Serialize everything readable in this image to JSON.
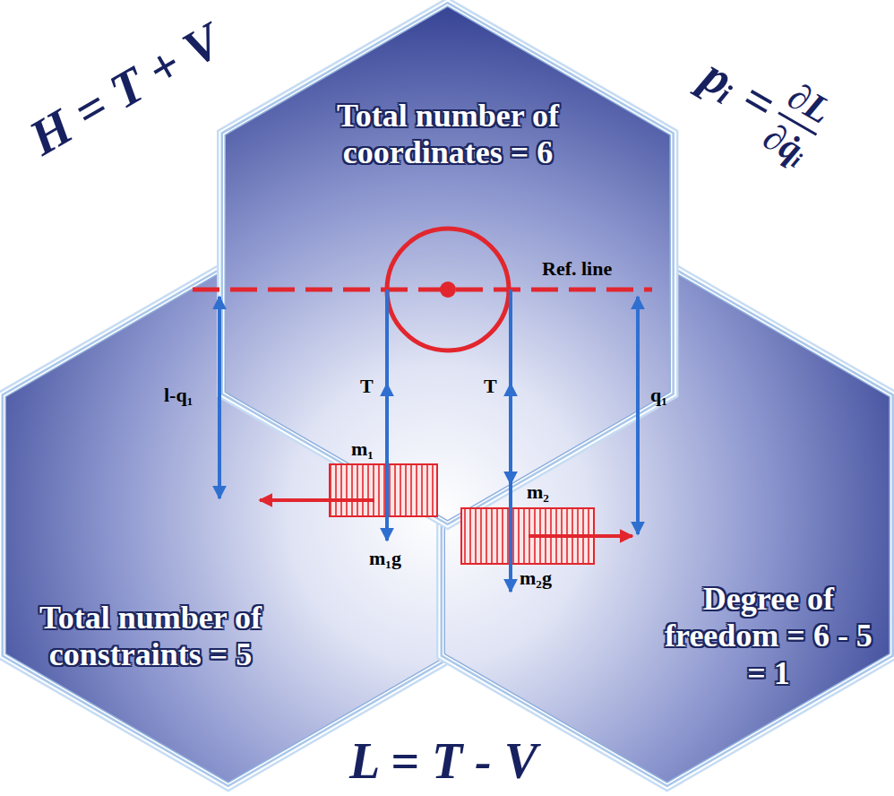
{
  "diagram": {
    "nodes": [
      {
        "text": [
          "Total number of coordinates = 6"
        ]
      },
      {
        "text": [
          "Total number of constraints = 5"
        ]
      },
      {
        "text": [
          "Degree of freedom = 6 - 5 = 1"
        ]
      }
    ],
    "labels": [
      "H = T + V",
      "pᵢ =",
      "∂L",
      "∂q̇ᵢ",
      "L = T - V",
      "Ref. line",
      "l-q₁",
      "q₁",
      "T",
      "T",
      "m₁",
      "m₂",
      "m₁g",
      "m₂g"
    ]
  }
}
